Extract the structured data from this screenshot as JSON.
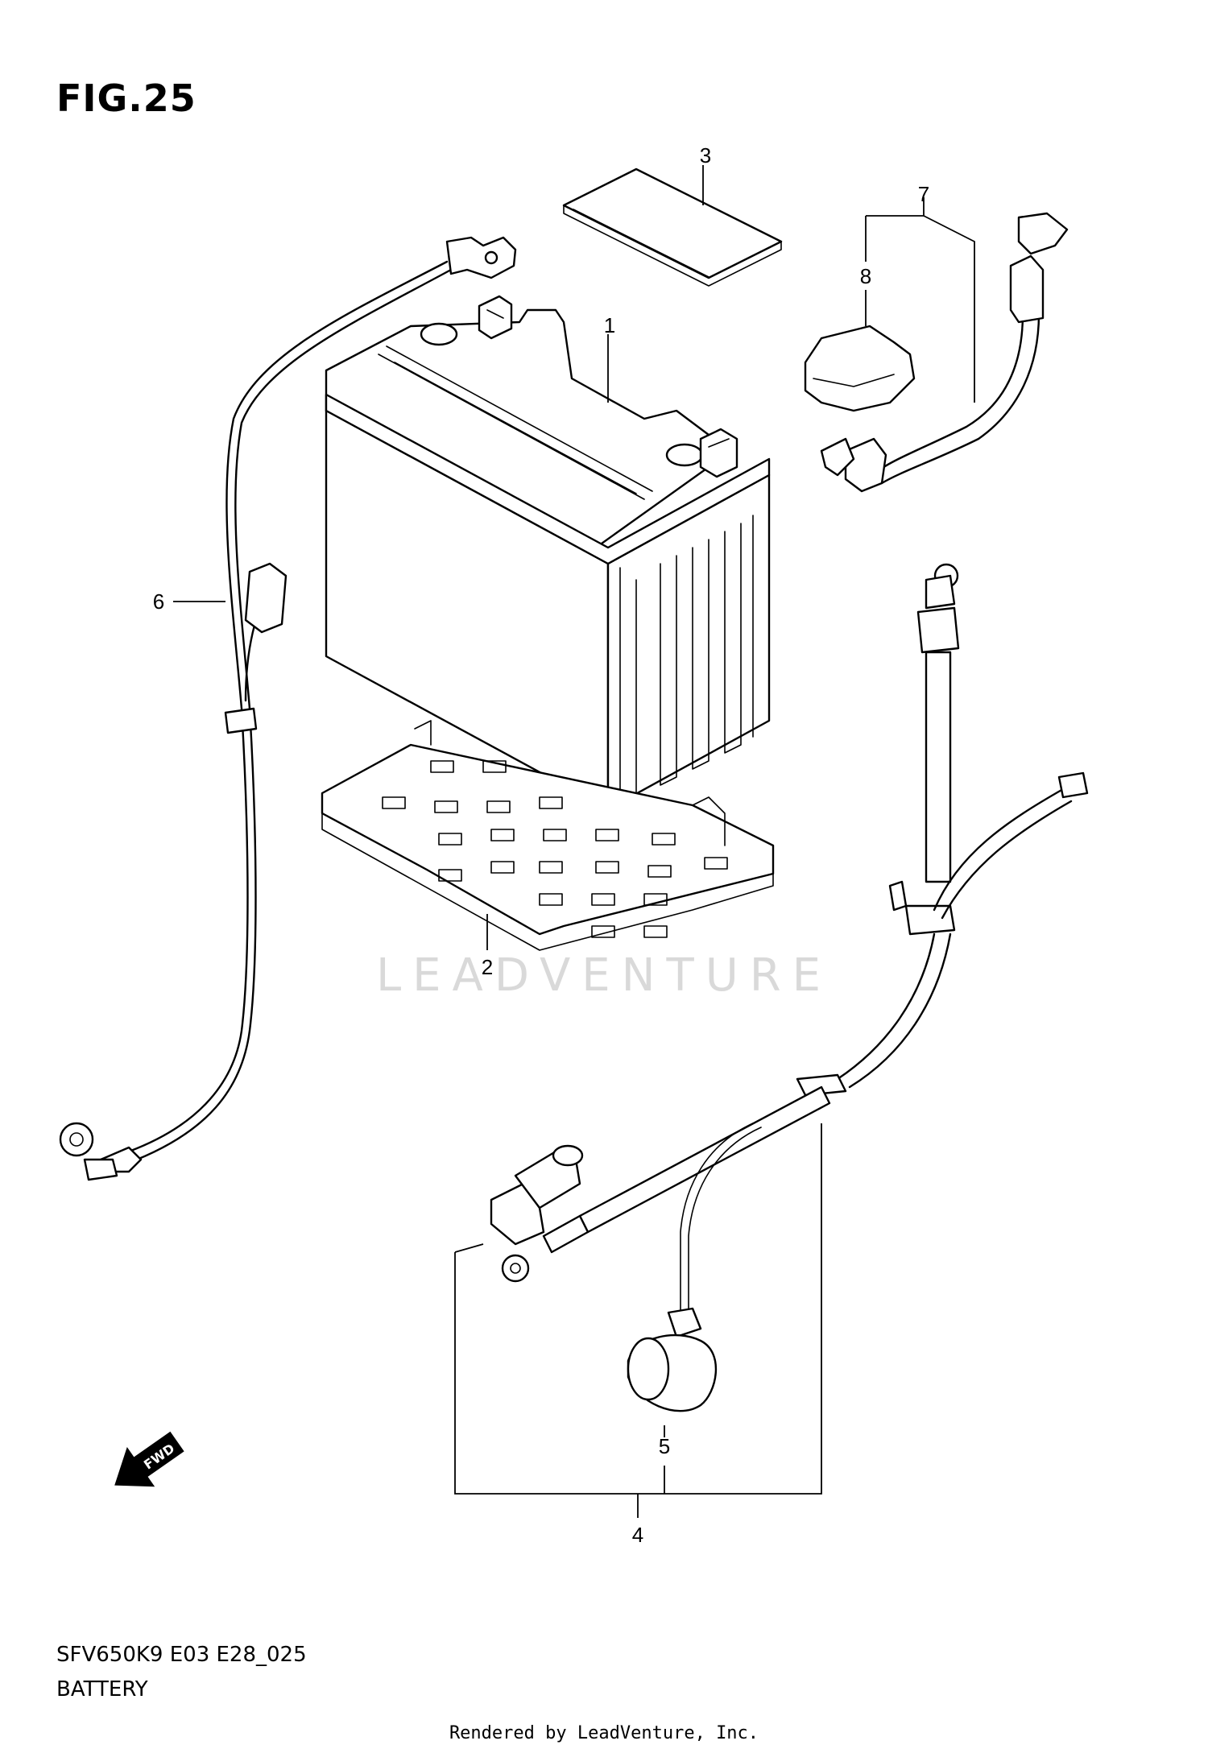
{
  "figure": {
    "title": "FIG.25"
  },
  "callouts": [
    {
      "id": "1"
    },
    {
      "id": "2"
    },
    {
      "id": "3"
    },
    {
      "id": "4"
    },
    {
      "id": "5"
    },
    {
      "id": "6"
    },
    {
      "id": "7"
    },
    {
      "id": "8"
    }
  ],
  "fwd_badge": "FWD",
  "watermark": "LEADVENTURE",
  "diagram_code": "SFV650K9 E03 E28_025",
  "diagram_name": "BATTERY",
  "footer": "Rendered by LeadVenture, Inc.",
  "icons": [
    "fwd-arrow-icon",
    "leadventure-watermark-logo"
  ]
}
